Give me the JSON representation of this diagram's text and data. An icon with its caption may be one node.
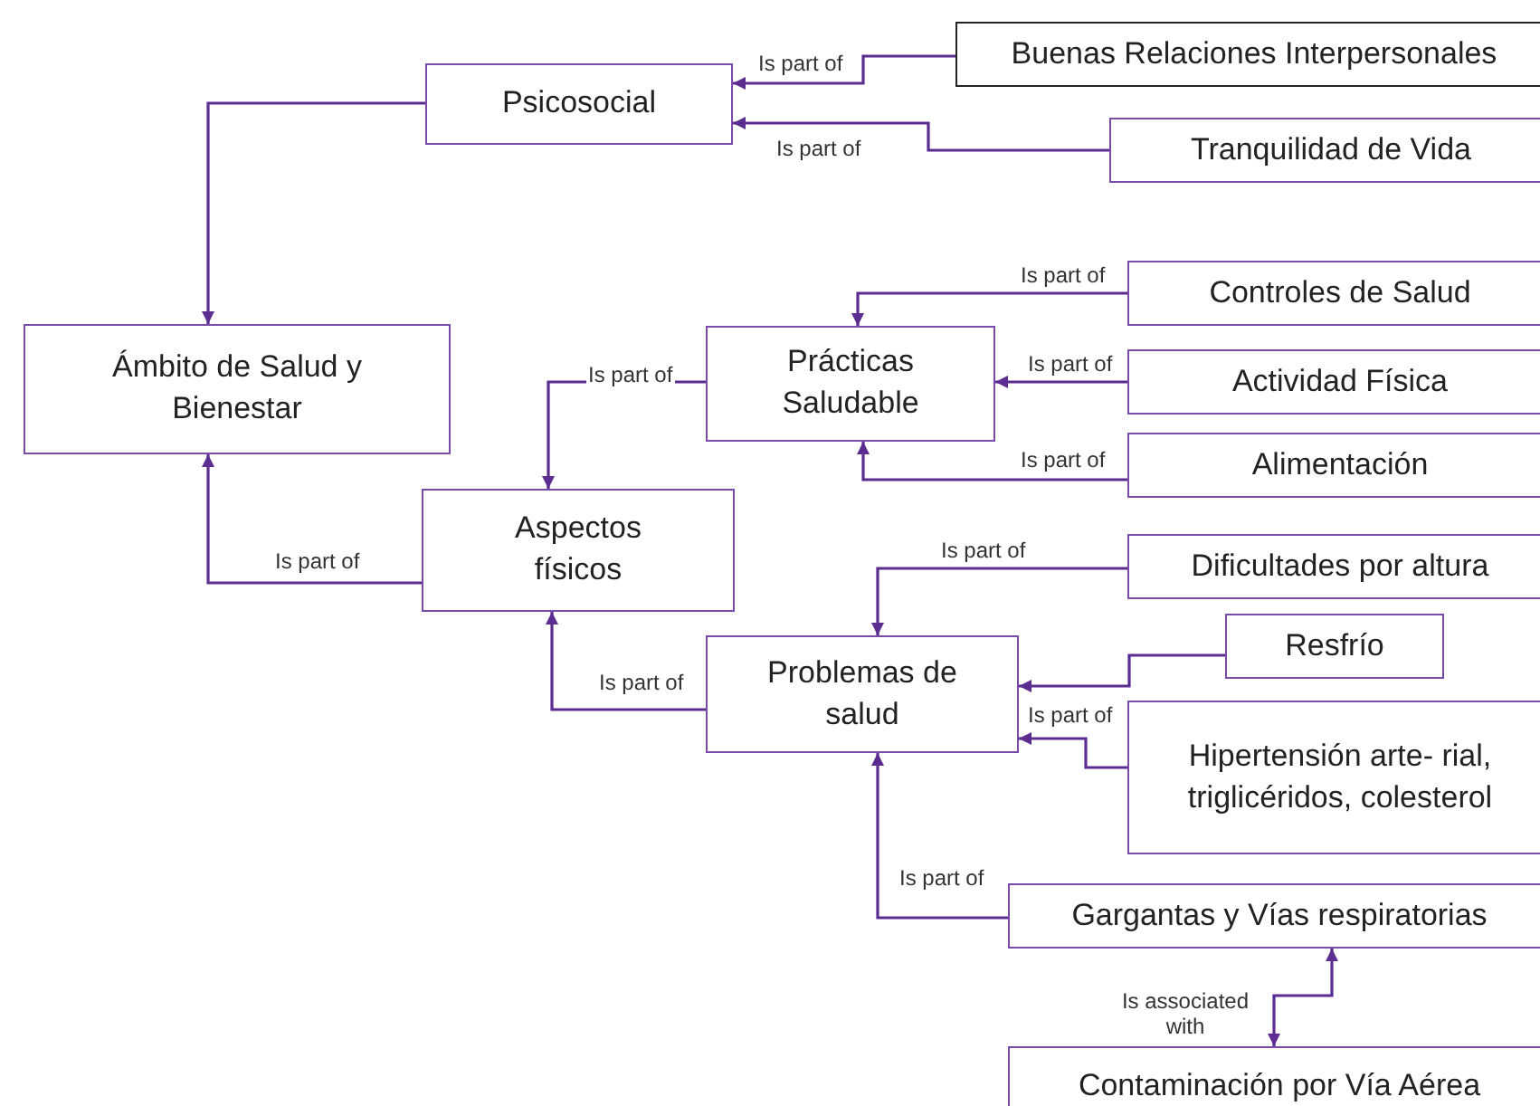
{
  "diagram": {
    "nodes": [
      {
        "text": [
          "Psicosocial"
        ]
      },
      {
        "text": [
          "Buenas Relaciones Interpersonales"
        ]
      },
      {
        "text": [
          "Tranquilidad de Vida"
        ]
      },
      {
        "text": [
          "Ámbito de Salud y Bienestar"
        ]
      },
      {
        "text": [
          "Prácticas Saludable"
        ]
      },
      {
        "text": [
          "Controles de Salud"
        ]
      },
      {
        "text": [
          "Actividad Física"
        ]
      },
      {
        "text": [
          "Alimentación"
        ]
      },
      {
        "text": [
          "Aspectos físicos"
        ]
      },
      {
        "text": [
          "Dificultades por altura"
        ]
      },
      {
        "text": [
          "Problemas de salud"
        ]
      },
      {
        "text": [
          "Resfrío"
        ]
      },
      {
        "text": [
          "Hipertensión arte- rial, triglicéridos, colesterol"
        ]
      },
      {
        "text": [
          "Gargantas y Vías respiratorias"
        ]
      },
      {
        "text": [
          "Contaminación por Vía Aérea"
        ]
      }
    ],
    "edges": [
      {
        "from": 1,
        "to": 0,
        "arrow": "to",
        "label": "Is part of"
      },
      {
        "from": 2,
        "to": 0,
        "arrow": "to",
        "label": "Is part of"
      },
      {
        "from": 0,
        "to": 3,
        "arrow": "to"
      },
      {
        "from": 5,
        "to": 4,
        "arrow": "to",
        "label": "Is part of"
      },
      {
        "from": 6,
        "to": 4,
        "arrow": "to",
        "label": "Is part of"
      },
      {
        "from": 7,
        "to": 4,
        "arrow": "to",
        "label": "Is part of"
      },
      {
        "from": 4,
        "to": 8,
        "arrow": "to",
        "label": "Is part of"
      },
      {
        "from": 8,
        "to": 3,
        "arrow": "to",
        "label": "Is part of"
      },
      {
        "from": 9,
        "to": 10,
        "arrow": "to",
        "label": "Is part of"
      },
      {
        "from": 11,
        "to": 10,
        "arrow": "to"
      },
      {
        "from": 12,
        "to": 10,
        "arrow": "to",
        "label": "Is part of"
      },
      {
        "from": 10,
        "to": 8,
        "arrow": "to",
        "label": "Is part of"
      },
      {
        "from": 13,
        "to": 10,
        "arrow": "to",
        "label": "Is part of"
      },
      {
        "from": 14,
        "to": 13,
        "arrow": "both",
        "label": "Is associated with"
      }
    ]
  }
}
